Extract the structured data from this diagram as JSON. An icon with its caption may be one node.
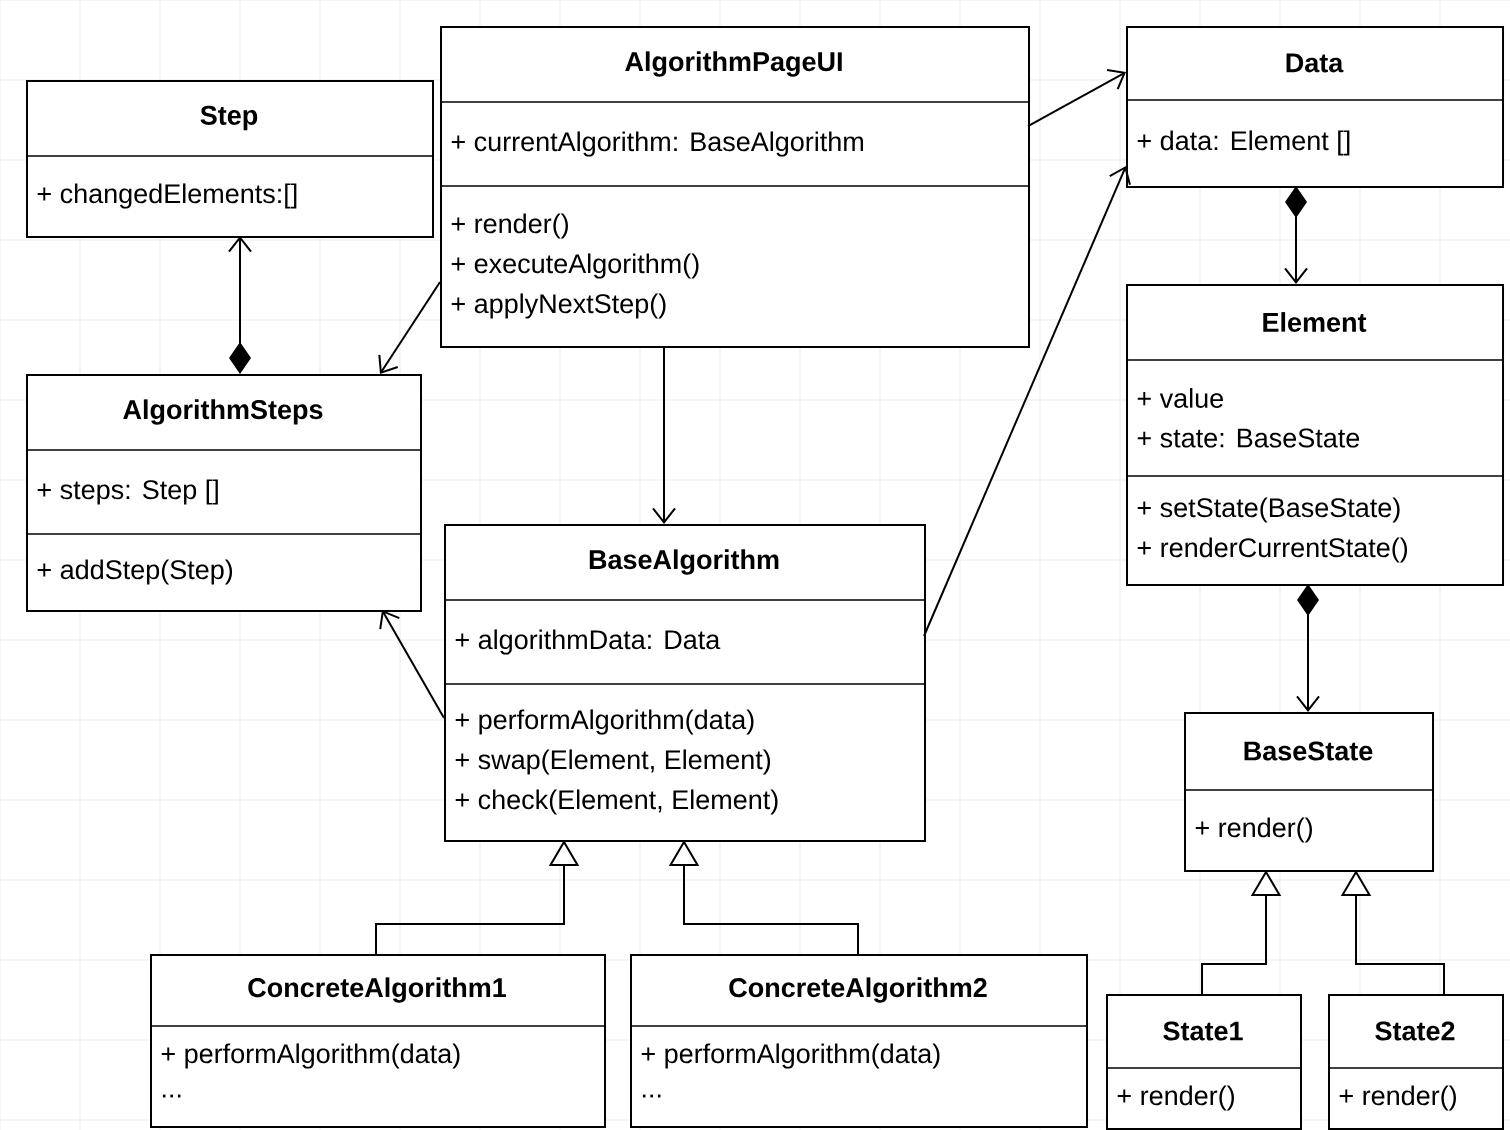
{
  "diagram": {
    "nodes": [
      {
        "text": [
          "Step",
          "+ changedElements:[]"
        ]
      },
      {
        "text": [
          "AlgorithmPageUI",
          "+ currentAlgorithm: BaseAlgorithm",
          "+ render()",
          "+ executeAlgorithm()",
          "+ applyNextStep()"
        ]
      },
      {
        "text": [
          "Data",
          "+ data: Element []"
        ]
      },
      {
        "text": [
          "AlgorithmSteps",
          "+ steps: Step []",
          "+ addStep(Step)"
        ]
      },
      {
        "text": [
          "Element",
          "+ value",
          "+ state: BaseState",
          "+ setState(BaseState)",
          "+ renderCurrentState()"
        ]
      },
      {
        "text": [
          "BaseAlgorithm",
          "+ algorithmData: Data",
          "+ performAlgorithm(data)",
          "+ swap(Element, Element)",
          "+ check(Element, Element)"
        ]
      },
      {
        "text": [
          "BaseState",
          "+ render()"
        ]
      },
      {
        "text": [
          "ConcreteAlgorithm1",
          "+ performAlgorithm(data)",
          "..."
        ]
      },
      {
        "text": [
          "ConcreteAlgorithm2",
          "+ performAlgorithm(data)",
          "..."
        ]
      },
      {
        "text": [
          "State1",
          "+ render()"
        ]
      },
      {
        "text": [
          "State2",
          "+ render()"
        ]
      }
    ],
    "edges": [
      {
        "from": 3,
        "to": 0,
        "arrow": "to"
      },
      {
        "from": 1,
        "to": 3,
        "arrow": "to"
      },
      {
        "from": 1,
        "to": 5,
        "arrow": "to"
      },
      {
        "from": 1,
        "to": 2,
        "arrow": "to"
      },
      {
        "from": 5,
        "to": 2,
        "arrow": "to"
      },
      {
        "from": 5,
        "to": 3,
        "arrow": "to"
      },
      {
        "from": 2,
        "to": 4,
        "arrow": "to"
      },
      {
        "from": 4,
        "to": 6,
        "arrow": "to"
      },
      {
        "from": 7,
        "to": 5,
        "arrow": "to"
      },
      {
        "from": 8,
        "to": 5,
        "arrow": "to"
      },
      {
        "from": 9,
        "to": 6,
        "arrow": "to"
      },
      {
        "from": 10,
        "to": 6,
        "arrow": "to"
      }
    ]
  }
}
